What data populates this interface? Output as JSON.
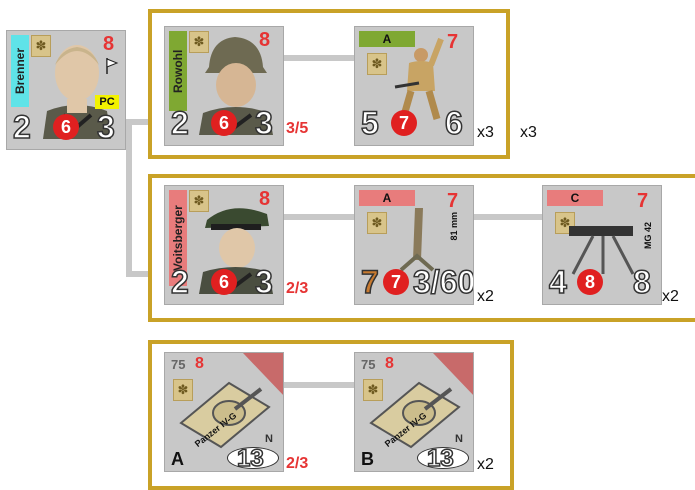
{
  "colors": {
    "frame": "#c9a227",
    "counter_bg": "#c8c8c8",
    "morale_red": "#e63434",
    "brenner_bar": "#5fe3e8",
    "rowohl_bar": "#7fa832",
    "voitsberger_bar": "#e87c7c",
    "squad_a_bar": "#7fa832",
    "team_a_bar": "#e87c7c",
    "team_c_bar": "#e87c7c",
    "pc_badge": "#f2f200"
  },
  "leader": {
    "name": "Brenner",
    "morale": "8",
    "badge": "PC",
    "stat_left": "2",
    "stat_mid": "6",
    "stat_right": "3",
    "icon": "flag-icon"
  },
  "group1": {
    "leader": {
      "name": "Rowohl",
      "morale": "8",
      "stat_left": "2",
      "stat_mid": "6",
      "stat_right": "3"
    },
    "ratio": "3/5",
    "squad": {
      "tag": "A",
      "morale": "7",
      "stat_left": "5",
      "stat_mid": "7",
      "stat_right": "6"
    },
    "squad_mult": "x3",
    "group_mult": "x3"
  },
  "group2": {
    "leader": {
      "name": "Voitsberger",
      "morale": "8",
      "stat_left": "2",
      "stat_mid": "6",
      "stat_right": "3"
    },
    "ratio": "2/3",
    "mortar": {
      "tag": "A",
      "morale": "7",
      "stat_left": "7",
      "stat_mid": "7",
      "stat_right": "3/60",
      "weapon": "81 mm"
    },
    "mortar_mult": "x2",
    "mg": {
      "tag": "C",
      "morale": "7",
      "stat_left": "4",
      "stat_mid": "8",
      "stat_right": "8",
      "weapon": "MG 42"
    },
    "mg_mult": "x2"
  },
  "group3": {
    "tank_a": {
      "gun": "75",
      "morale": "8",
      "model": "Panzer IV-G",
      "letter": "A",
      "armor": "13",
      "class": "N"
    },
    "ratio": "2/3",
    "tank_b": {
      "gun": "75",
      "morale": "8",
      "model": "Panzer IV-G",
      "letter": "B",
      "armor": "13",
      "class": "N"
    },
    "tank_mult": "x2"
  }
}
